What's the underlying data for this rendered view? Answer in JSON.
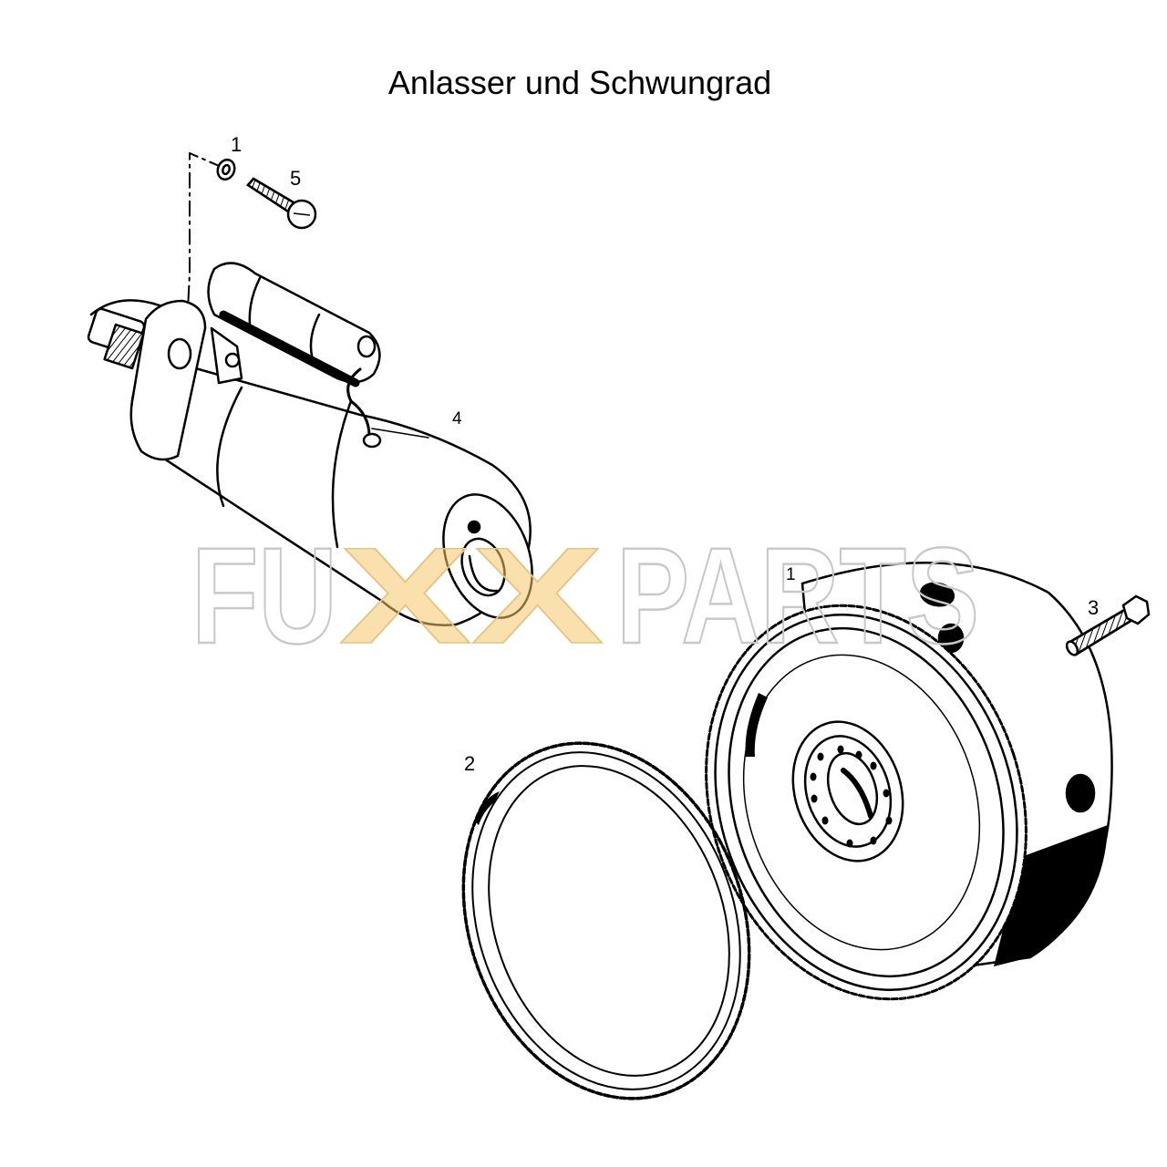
{
  "header": {
    "title": "Anlasser und Schwungrad"
  },
  "watermark": {
    "prefix": "FU",
    "middle": "XX",
    "suffix": "PARTS",
    "outline_color": "#c8c8c8",
    "accent_color": "#f5c66a"
  },
  "parts": {
    "starter": {
      "callout": "4",
      "name": "starter-motor"
    },
    "starter_washer": {
      "callout": "1",
      "name": "washer"
    },
    "starter_bolt": {
      "callout": "5",
      "name": "bolt"
    },
    "flywheel": {
      "callout": "1",
      "name": "flywheel"
    },
    "ring_gear": {
      "callout": "2",
      "name": "ring-gear"
    },
    "flywheel_bolt": {
      "callout": "3",
      "name": "hex-bolt"
    }
  },
  "colors": {
    "line": "#000000",
    "background": "#ffffff"
  }
}
